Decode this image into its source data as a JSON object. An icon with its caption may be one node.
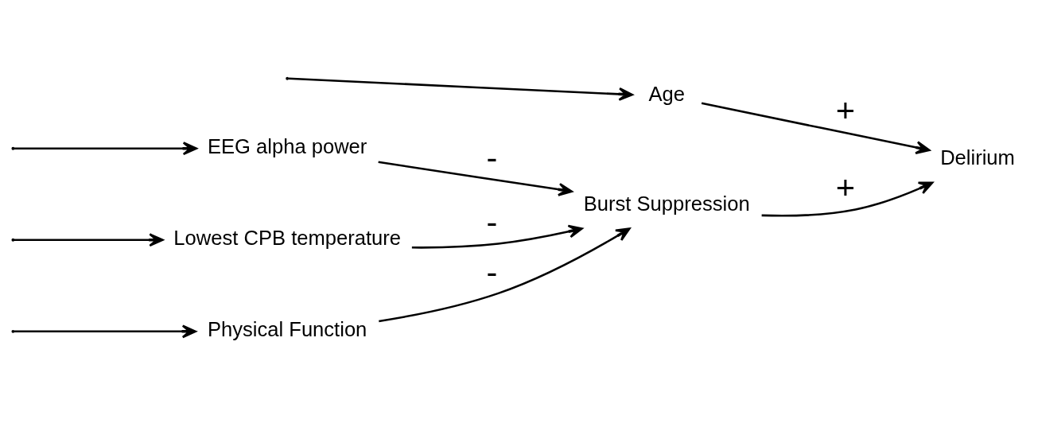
{
  "diagram": {
    "nodes": [
      {
        "text": [
          "Physical Function"
        ]
      },
      {
        "text": [
          "EEG alpha power"
        ]
      },
      {
        "text": [
          "Lowest CPB temperature"
        ]
      },
      {
        "text": [
          "Age"
        ]
      },
      {
        "text": [
          "Burst Suppression"
        ]
      },
      {
        "text": [
          "Delirium"
        ]
      }
    ],
    "edges": [
      {
        "from": null,
        "to": 0,
        "arrow": "to"
      },
      {
        "from": null,
        "to": 1,
        "arrow": "to"
      },
      {
        "from": null,
        "to": 2,
        "arrow": "to"
      },
      {
        "from": null,
        "to": 3,
        "arrow": "to"
      },
      {
        "from": 0,
        "to": 4,
        "arrow": "to",
        "label": "-"
      },
      {
        "from": 1,
        "to": 4,
        "arrow": "to",
        "label": "-"
      },
      {
        "from": 2,
        "to": 4,
        "arrow": "to",
        "label": "-"
      },
      {
        "from": 4,
        "to": 5,
        "arrow": "to",
        "label": "+"
      },
      {
        "from": 3,
        "to": 5,
        "arrow": "to",
        "label": "+"
      }
    ]
  }
}
